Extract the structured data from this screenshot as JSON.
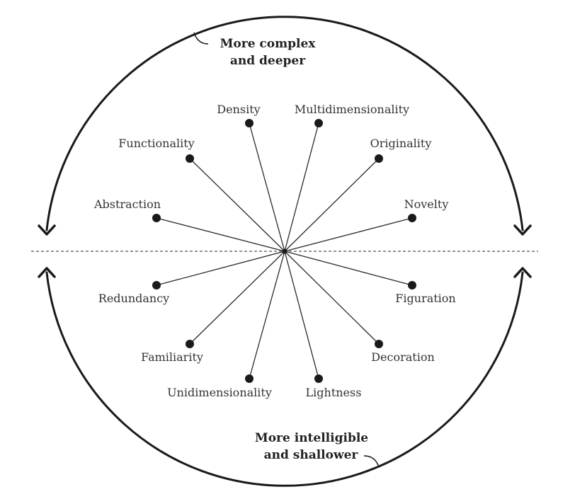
{
  "captions": {
    "top": [
      "More complex",
      "and deeper"
    ],
    "bottom": [
      "More intelligible",
      "and shallower"
    ]
  },
  "nodes": [
    {
      "id": "density",
      "label": "Density"
    },
    {
      "id": "multidimensionality",
      "label": "Multidimensionality"
    },
    {
      "id": "originality",
      "label": "Originality"
    },
    {
      "id": "novelty",
      "label": "Novelty"
    },
    {
      "id": "figuration",
      "label": "Figuration"
    },
    {
      "id": "decoration",
      "label": "Decoration"
    },
    {
      "id": "lightness",
      "label": "Lightness"
    },
    {
      "id": "unidimensionality",
      "label": "Unidimensionality"
    },
    {
      "id": "familiarity",
      "label": "Familiarity"
    },
    {
      "id": "redundancy",
      "label": "Redundancy"
    },
    {
      "id": "abstraction",
      "label": "Abstraction"
    },
    {
      "id": "functionality",
      "label": "Functionality"
    }
  ]
}
